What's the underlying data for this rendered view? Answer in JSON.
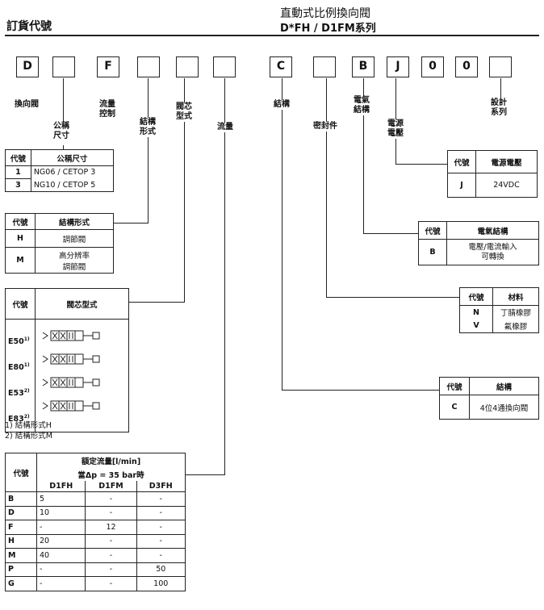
{
  "header": {
    "left_title": "訂貨代號",
    "right_title_1": "直動式比例換向閥",
    "right_title_2": "D*FH / D1FM系列"
  },
  "code_boxes": [
    "D",
    "",
    "F",
    "",
    "",
    "",
    "C",
    "",
    "B",
    "J",
    "0",
    "0",
    ""
  ],
  "labels": {
    "valve": "換向閥",
    "size": "公稱\n尺寸",
    "flow_ctrl": "流量\n控制",
    "struct_form": "結構\n形式",
    "spool_type": "閥芯\n型式",
    "flow": "流量",
    "structure": "結構",
    "seal": "密封件",
    "elec_struct": "電氣\n結構",
    "power": "電源\n電壓",
    "design": "設計\n系列"
  },
  "size_table": {
    "headers": [
      "代號",
      "公稱尺寸"
    ],
    "rows": [
      [
        "1",
        "NG06 / CETOP 3"
      ],
      [
        "3",
        "NG10 / CETOP 5"
      ]
    ]
  },
  "form_table": {
    "headers": [
      "代號",
      "結構形式"
    ],
    "rows": [
      [
        "H",
        "調節閥"
      ],
      [
        "M",
        "高分辨率\n調節閥"
      ]
    ]
  },
  "spool_table": {
    "headers": [
      "代號",
      "閥芯型式"
    ],
    "rows": [
      [
        "E50",
        "1)"
      ],
      [
        "E80",
        "1)"
      ],
      [
        "E53",
        "2)"
      ],
      [
        "E83",
        "2)"
      ]
    ]
  },
  "notes": [
    "1) 結構形式H",
    "2) 結構形式M"
  ],
  "flow_table": {
    "code_header": "代號",
    "title_1": "額定流量[l/min]",
    "title_2": "當Δp = 35 bar時",
    "sub_headers": [
      "D1FH",
      "D1FM",
      "D3FH"
    ],
    "rows": [
      [
        "B",
        "5",
        "-",
        "-"
      ],
      [
        "D",
        "10",
        "-",
        "-"
      ],
      [
        "F",
        "-",
        "12",
        "-"
      ],
      [
        "H",
        "20",
        "-",
        "-"
      ],
      [
        "M",
        "40",
        "-",
        "-"
      ],
      [
        "P",
        "-",
        "-",
        "50"
      ],
      [
        "G",
        "-",
        "-",
        "100"
      ]
    ]
  },
  "power_table": {
    "headers": [
      "代號",
      "電源電壓"
    ],
    "rows": [
      [
        "J",
        "24VDC"
      ]
    ]
  },
  "elec_table": {
    "headers": [
      "代號",
      "電氣結構"
    ],
    "rows": [
      [
        "B",
        "電壓/電流輸入\n可轉換"
      ]
    ]
  },
  "material_table": {
    "headers": [
      "代號",
      "材料"
    ],
    "rows": [
      [
        "N",
        "丁腈橡膠"
      ],
      [
        "V",
        "氟橡膠"
      ]
    ]
  },
  "struct_table": {
    "headers": [
      "代號",
      "結構"
    ],
    "rows": [
      [
        "C",
        "4位4通換向閥"
      ]
    ]
  }
}
